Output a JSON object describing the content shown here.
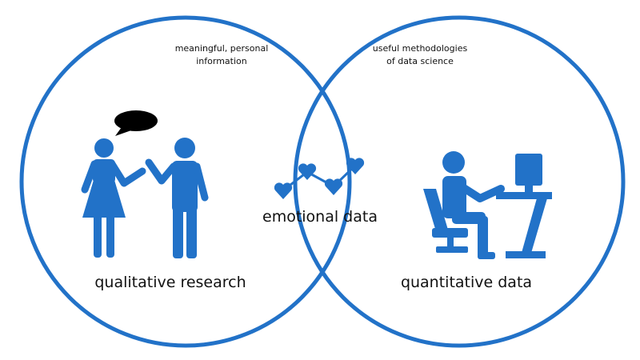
{
  "colors": {
    "accent": "#2272c8",
    "bubble": "#000000",
    "text": "#111111",
    "background": "#ffffff"
  },
  "venn": {
    "left": {
      "note_line1": "meaningful, personal",
      "note_line2": "information",
      "label": "qualitative research",
      "icon": "two-people-talking-icon"
    },
    "right": {
      "note_line1": "useful methodologies",
      "note_line2": "of data science",
      "label": "quantitative data",
      "icon": "person-at-computer-icon"
    },
    "overlap": {
      "label": "emotional data",
      "icon": "heart-line-chart-icon"
    }
  }
}
